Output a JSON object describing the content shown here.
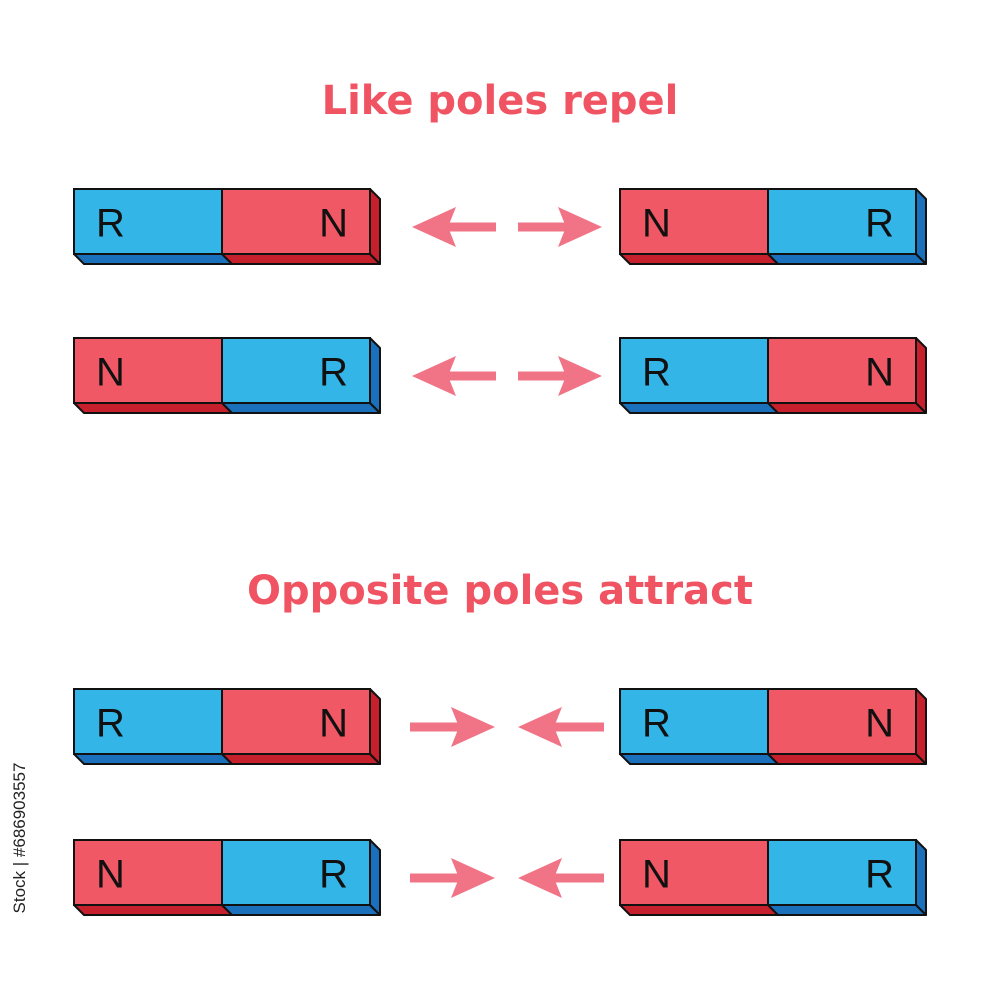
{
  "colors": {
    "blue": "#33b5e8",
    "blue_dark": "#1a70bb",
    "red": "#f15865",
    "red_dark": "#c6202c",
    "arrow": "#f07486",
    "title": "#f05463",
    "outline": "#111111"
  },
  "sections": [
    {
      "title": "Like poles repel",
      "arrow_direction": "outward",
      "rows": [
        {
          "left_magnet": [
            "R",
            "N"
          ],
          "right_magnet": [
            "N",
            "R"
          ]
        },
        {
          "left_magnet": [
            "N",
            "R"
          ],
          "right_magnet": [
            "R",
            "N"
          ]
        }
      ]
    },
    {
      "title": "Opposite poles attract",
      "arrow_direction": "inward",
      "rows": [
        {
          "left_magnet": [
            "R",
            "N"
          ],
          "right_magnet": [
            "R",
            "N"
          ]
        },
        {
          "left_magnet": [
            "N",
            "R"
          ],
          "right_magnet": [
            "N",
            "R"
          ]
        }
      ]
    }
  ],
  "watermark": "Stock | #686903557"
}
